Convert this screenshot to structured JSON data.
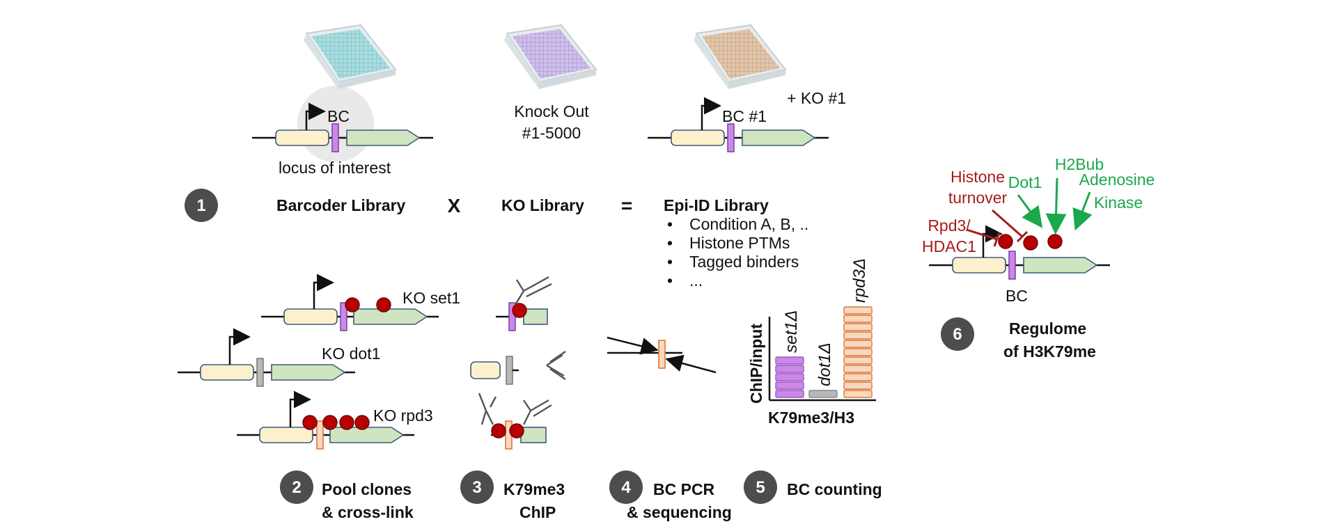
{
  "step1": {
    "number": "1",
    "bc_label": "BC",
    "locus_label": "locus of interest",
    "ko_text_line1": "Knock Out",
    "ko_text_line2": "#1-5000",
    "bc1_label": "BC #1",
    "plus_ko_label": "+ KO #1",
    "barcoder_library": "Barcoder Library",
    "times_symbol": "X",
    "ko_library": "KO Library",
    "equals_symbol": "=",
    "epi_id_library": "Epi-ID Library",
    "bullets": [
      "Condition A, B, ..",
      "Histone PTMs",
      "Tagged binders",
      "..."
    ],
    "plate_colors": [
      "#9fd8dc",
      "#c9b8e6",
      "#dcc0a6"
    ]
  },
  "step2": {
    "number": "2",
    "label_line1": "Pool clones",
    "label_line2": "& cross-link",
    "ko_set1": "KO set1",
    "ko_dot1": "KO dot1",
    "ko_rpd3": "KO rpd3"
  },
  "step3": {
    "number": "3",
    "label_line1": "K79me3",
    "label_line2": "ChIP"
  },
  "step4": {
    "number": "4",
    "label_line1": "BC PCR",
    "label_line2": "& sequencing"
  },
  "step5": {
    "number": "5",
    "label": "BC counting",
    "ylabel": "ChIP/input",
    "xlabel": "K79me3/H3",
    "bars": [
      {
        "name": "set1Δ",
        "value": 5,
        "color": "#cc88e8"
      },
      {
        "name": "dot1Δ",
        "value": 1,
        "color": "#b8b8b8"
      },
      {
        "name": "rpd3Δ",
        "value": 11,
        "color": "#fbd7bd"
      }
    ]
  },
  "step6": {
    "number": "6",
    "label_line1": "Regulome",
    "label_line2": "of H3K79me",
    "bc_label": "BC",
    "histone_turnover_line1": "Histone",
    "histone_turnover_line2": "turnover",
    "rpd3_line1": "Rpd3/",
    "rpd3_line2": "HDAC1",
    "h2bub": "H2Bub",
    "dot1": "Dot1",
    "adenosine_line1": "Adenosine",
    "adenosine_line2": "Kinase",
    "repressor_color": "#a61b1b",
    "activator_color": "#1aa84b"
  }
}
